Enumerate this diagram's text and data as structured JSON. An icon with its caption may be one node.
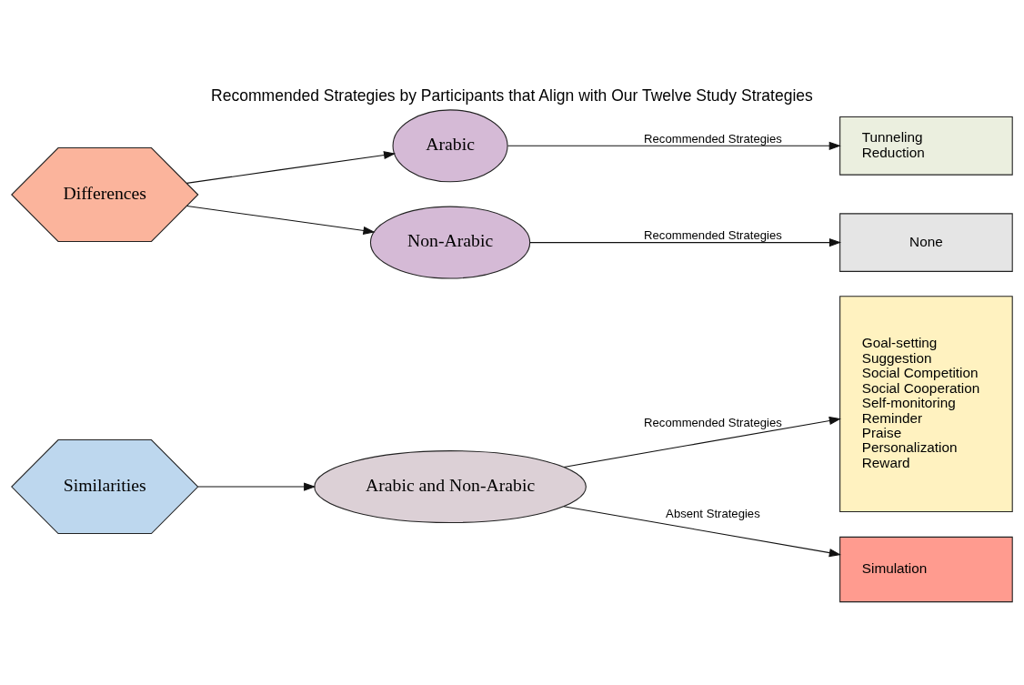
{
  "diagram": {
    "title": "Recommended Strategies by Participants that Align with Our Twelve Study Strategies",
    "nodes": [
      {
        "text": [
          "Similarities"
        ]
      },
      {
        "text": [
          "Arabic and Non-Arabic"
        ]
      },
      {
        "text": [
          "Goal-setting",
          "Suggestion",
          "Social Competition",
          "Social Cooperation",
          "Self-monitoring",
          "Reminder",
          "Praise",
          "Personalization",
          "Reward"
        ]
      },
      {
        "text": [
          "Simulation"
        ]
      },
      {
        "text": [
          "Differences"
        ]
      },
      {
        "text": [
          "Arabic"
        ]
      },
      {
        "text": [
          "Non-Arabic"
        ]
      },
      {
        "text": [
          "Tunneling",
          "Reduction"
        ]
      },
      {
        "text": [
          "None"
        ]
      }
    ],
    "edges": [
      {
        "from": 0,
        "to": 1,
        "arrow": "to"
      },
      {
        "from": 1,
        "to": 2,
        "label": "Recommended Strategies",
        "arrow": "to"
      },
      {
        "from": 1,
        "to": 3,
        "label": "Absent Strategies",
        "arrow": "to"
      },
      {
        "from": 4,
        "to": 5,
        "arrow": "to"
      },
      {
        "from": 4,
        "to": 6,
        "arrow": "to"
      },
      {
        "from": 5,
        "to": 7,
        "label": "Recommended Strategies",
        "arrow": "to"
      },
      {
        "from": 6,
        "to": 8,
        "label": "Recommended Strategies",
        "arrow": "to"
      }
    ]
  }
}
